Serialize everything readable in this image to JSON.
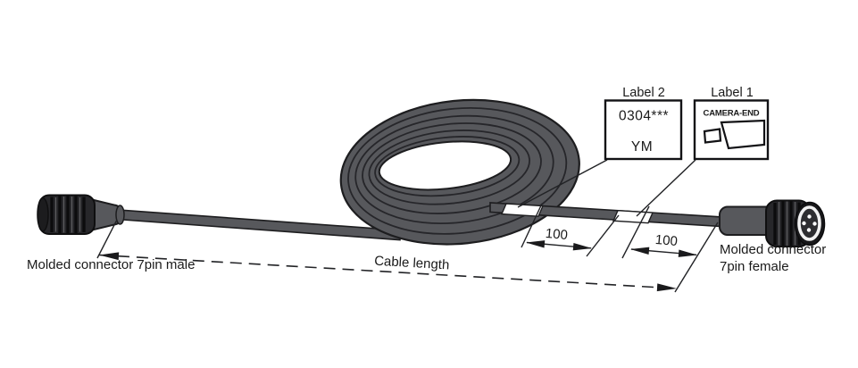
{
  "diagram": {
    "male_connector_label": "Molded connector 7pin male",
    "female_connector_label_line1": "Molded connector",
    "female_connector_label_line2": "7pin female",
    "cable_length_label": "Cable length",
    "dimensions": {
      "label2_offset": "100",
      "label1_offset": "100"
    },
    "label2": {
      "title": "Label 2",
      "code": "0304***",
      "code2": "YM"
    },
    "label1": {
      "title": "Label 1",
      "text": "CAMERA-END",
      "icon": "camera-side-icon"
    },
    "colors": {
      "cable_gray": "#57585c",
      "loop_line": "#26262a",
      "outline": "#1d1d1f",
      "knurl_dark": "#27272a",
      "background": "#ffffff",
      "text": "#1a1a1a"
    }
  }
}
